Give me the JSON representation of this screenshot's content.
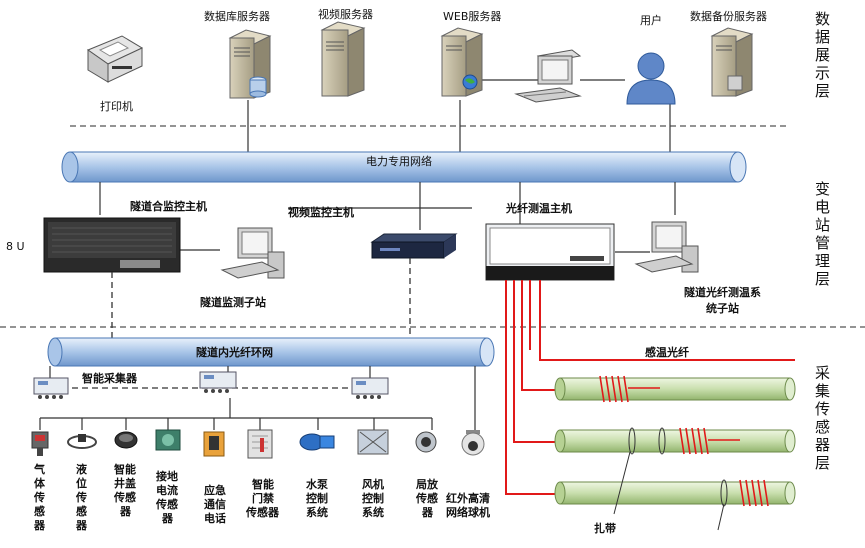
{
  "layers": {
    "data_display": [
      "数",
      "据",
      "展",
      "示",
      "层"
    ],
    "substation": [
      "变",
      "电",
      "站",
      "管",
      "理",
      "层"
    ],
    "sensor": [
      "采",
      "集",
      "传",
      "感",
      "器",
      "层"
    ]
  },
  "top": {
    "printer": "打印机",
    "db_server": "数据库服务器",
    "video_server": "视频服务器",
    "web_server": "WEB服务器",
    "user": "用户",
    "backup_server": "数据备份服务器"
  },
  "network": {
    "power_net": "电力专用网络",
    "ring_net": "隧道内光纤环网"
  },
  "mid": {
    "tunnel_host": "隧道合监控主机",
    "video_host": "视频监控主机",
    "fiber_host": "光纤测温主机",
    "rack_label": "8 U",
    "tunnel_substation": "隧道监测子站",
    "fiber_substation": [
      "隧道光纤测温系",
      "统子站"
    ]
  },
  "sensors": {
    "collector": "智能采集器",
    "fiber": "感温光纤",
    "strap": "扎带",
    "items": [
      {
        "lines": [
          "气",
          "体",
          "传",
          "感",
          "器"
        ]
      },
      {
        "lines": [
          "液",
          "位",
          "传",
          "感",
          "器"
        ]
      },
      {
        "lines": [
          "智能",
          "井盖",
          "传感",
          "器"
        ]
      },
      {
        "lines": [
          "接地",
          "电流",
          "传感",
          "器"
        ]
      },
      {
        "lines": [
          "应急",
          "通信",
          "电话"
        ]
      },
      {
        "lines": [
          "智能",
          "门禁",
          "传感器"
        ]
      },
      {
        "lines": [
          "水泵",
          "控制",
          "系统"
        ]
      },
      {
        "lines": [
          "风机",
          "控制",
          "系统"
        ]
      },
      {
        "lines": [
          "局放",
          "传感",
          "器"
        ]
      },
      {
        "lines": [
          "红外高清",
          "网络球机"
        ]
      }
    ]
  },
  "colors": {
    "pipe": "#bcd4ee",
    "pipe_edge": "#4a77b4",
    "fiber": "#e11919",
    "sensor_pipe": "#c8e0b0"
  }
}
